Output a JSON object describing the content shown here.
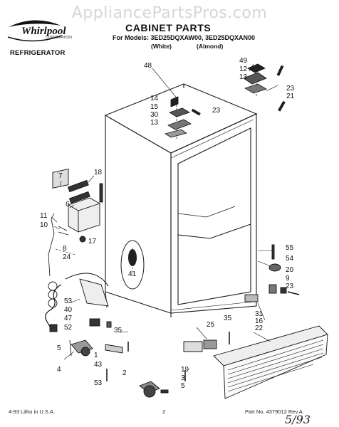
{
  "watermark": "AppliancePartsPros.com",
  "brand": {
    "name": "Whirlpool",
    "sub": "CORPORATION",
    "category": "REFRIGERATOR"
  },
  "header": {
    "title": "CABINET PARTS",
    "models": "For Models: 3ED25DQXAW00, 3ED25DQXAN00",
    "finish_white": "(White)",
    "finish_almond": "(Almond)"
  },
  "callouts": [
    "48",
    "49",
    "12",
    "13",
    "23",
    "21",
    "14",
    "15",
    "23",
    "30",
    "13",
    "7",
    "18",
    "6",
    "11",
    "10",
    "17",
    "8",
    "24",
    "41",
    "55",
    "54",
    "20",
    "9",
    "23",
    "53",
    "40",
    "47",
    "52",
    "31",
    "16",
    "22",
    "25",
    "35",
    "35",
    "5",
    "4",
    "1",
    "43",
    "2",
    "53",
    "19",
    "3",
    "5"
  ],
  "footer": {
    "left": "4-93 Litho in U.S.A.",
    "page": "2",
    "part": "Part No. 4379012   Rev.A",
    "handwritten": "5/93"
  }
}
